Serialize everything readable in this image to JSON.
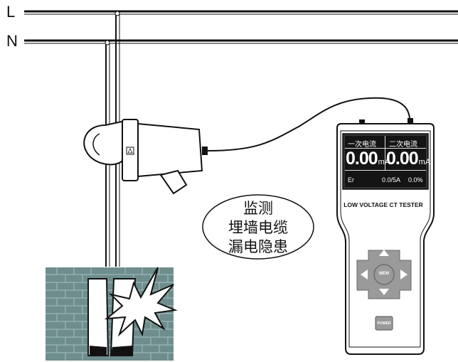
{
  "lines": {
    "l_label": "L",
    "n_label": "N"
  },
  "device": {
    "screen": {
      "header_left": "一次电流",
      "header_right": "二次电流",
      "value_left": "0.00",
      "value_right": "0.00",
      "unit": "mA",
      "status_left": "Er",
      "status_middle": "0.0/5A",
      "status_right": "0.0%"
    },
    "model_label": "LOW VOLTAGE CT TESTER",
    "mem_label": "MEM",
    "power_label": "POWER"
  },
  "note": {
    "lines": [
      "监测",
      "埋墙电缆",
      "漏电隐患"
    ]
  },
  "colors": {
    "wall": "#6e8d8d",
    "brick_line": "#a8c0c0",
    "screen": "#141414",
    "pad": "#9a9a9a",
    "line": "#111111"
  }
}
